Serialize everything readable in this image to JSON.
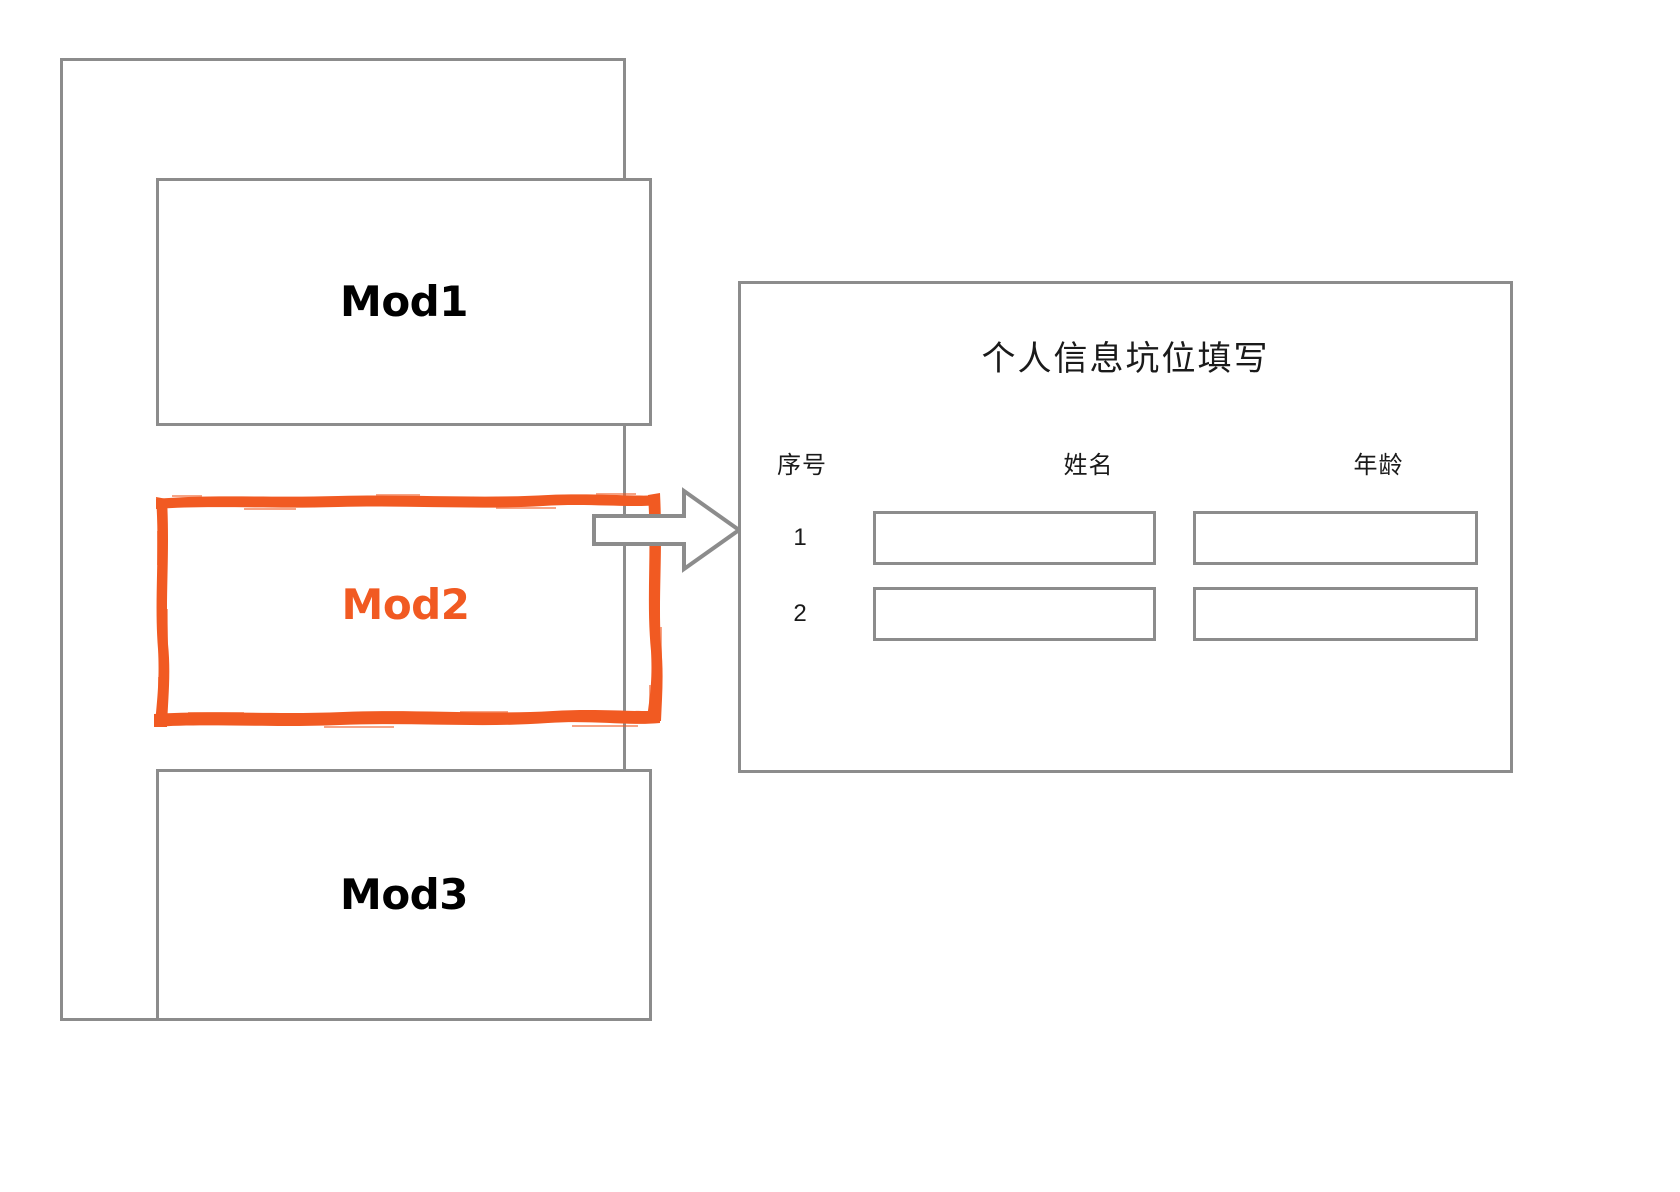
{
  "diagram": {
    "left_container": {
      "name": "module-stack",
      "modules": [
        {
          "id": "mod1",
          "label": "Mod1",
          "highlighted": false
        },
        {
          "id": "mod2",
          "label": "Mod2",
          "highlighted": true
        },
        {
          "id": "mod3",
          "label": "Mod3",
          "highlighted": false
        }
      ]
    },
    "connector": {
      "kind": "block-arrow",
      "direction": "right",
      "from": "Mod2",
      "to": "个人信息坑位填写"
    },
    "form_panel": {
      "title": "个人信息坑位填写",
      "columns": [
        "序号",
        "姓名",
        "年龄"
      ],
      "rows": [
        {
          "index": "1",
          "name": "",
          "age": ""
        },
        {
          "index": "2",
          "name": "",
          "age": ""
        }
      ],
      "name_placeholder": "",
      "age_placeholder": ""
    }
  },
  "colors": {
    "highlight": "#f15a22",
    "outline": "#8c8c8c",
    "text": "#1a1a1a",
    "background": "#ffffff"
  }
}
